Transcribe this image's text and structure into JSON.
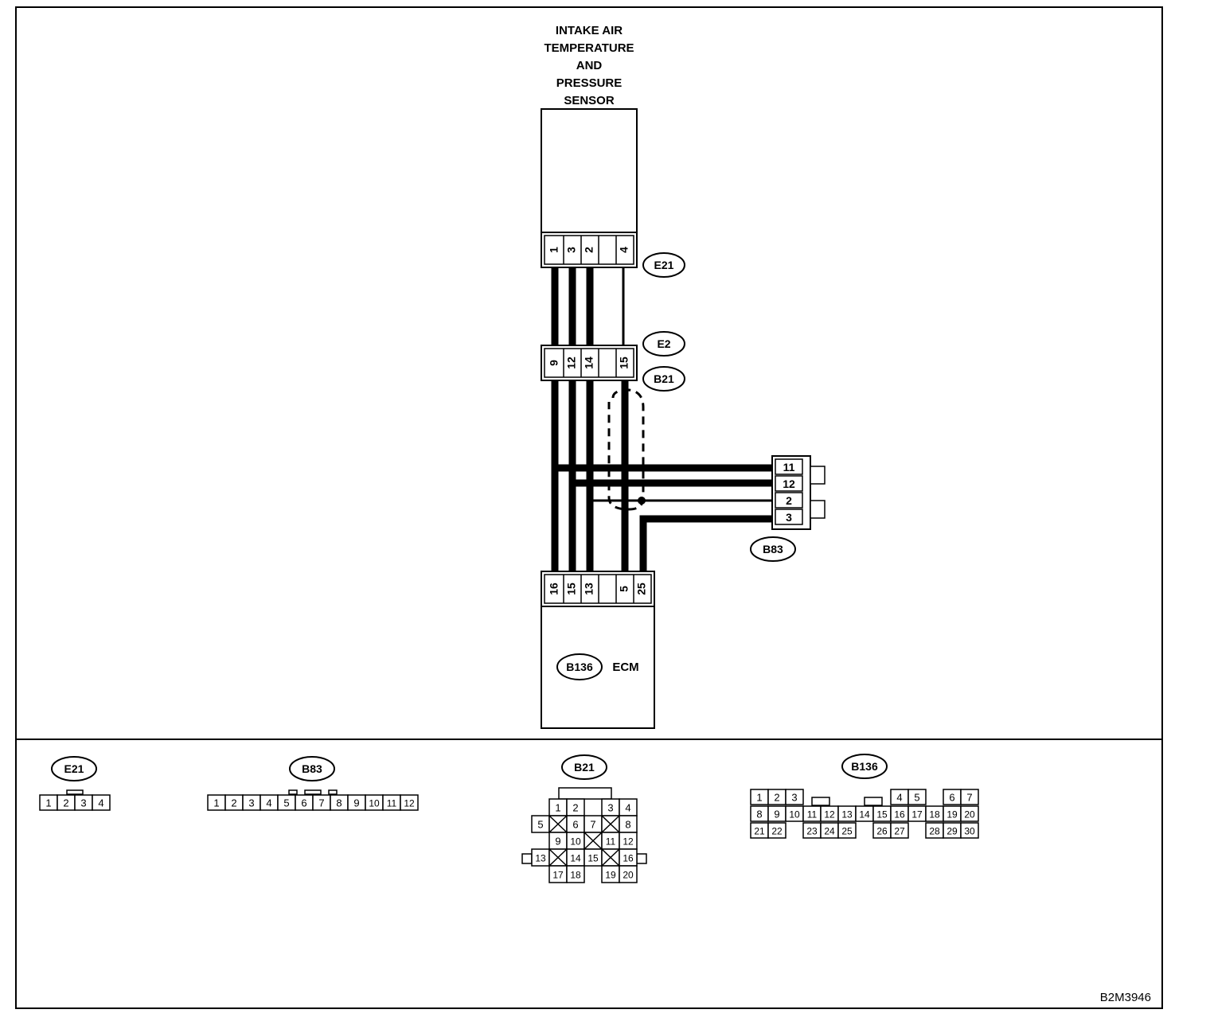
{
  "sensor": {
    "title_lines": [
      "INTAKE AIR",
      "TEMPERATURE",
      "AND",
      "PRESSURE",
      "SENSOR"
    ],
    "connector_id": "E21",
    "pins": [
      "1",
      "3",
      "2",
      "",
      "4"
    ]
  },
  "joint": {
    "upper_id": "E2",
    "lower_id": "B21",
    "pins": [
      "9",
      "12",
      "14",
      "",
      "15"
    ]
  },
  "b83": {
    "connector_id": "B83",
    "pins": [
      "11",
      "12",
      "2",
      "3"
    ]
  },
  "ecm": {
    "connector_id": "B136",
    "label": "ECM",
    "pins": [
      "16",
      "15",
      "13",
      "",
      "5",
      "25"
    ]
  },
  "connector_views": {
    "e21": {
      "id": "E21",
      "pins": [
        "1",
        "2",
        "3",
        "4"
      ]
    },
    "b83": {
      "id": "B83",
      "pins": [
        "1",
        "2",
        "3",
        "4",
        "5",
        "6",
        "7",
        "8",
        "9",
        "10",
        "11",
        "12"
      ]
    },
    "b21": {
      "id": "B21",
      "rows": [
        [
          "1",
          "2",
          "3",
          "4"
        ],
        [
          "5",
          "6",
          "7",
          "8"
        ],
        [
          "9",
          "10",
          "11",
          "12"
        ],
        [
          "13",
          "14",
          "15",
          "16"
        ],
        [
          "17",
          "18",
          "19",
          "20"
        ]
      ]
    },
    "b136": {
      "id": "B136",
      "rows": [
        [
          "1",
          "2",
          "3",
          "4",
          "5",
          "6",
          "7"
        ],
        [
          "8",
          "9",
          "10",
          "11",
          "12",
          "13",
          "14",
          "15",
          "16",
          "17",
          "18",
          "19",
          "20"
        ],
        [
          "21",
          "22",
          "23",
          "24",
          "25",
          "26",
          "27",
          "28",
          "29",
          "30"
        ]
      ]
    }
  },
  "figure_code": "B2M3946"
}
